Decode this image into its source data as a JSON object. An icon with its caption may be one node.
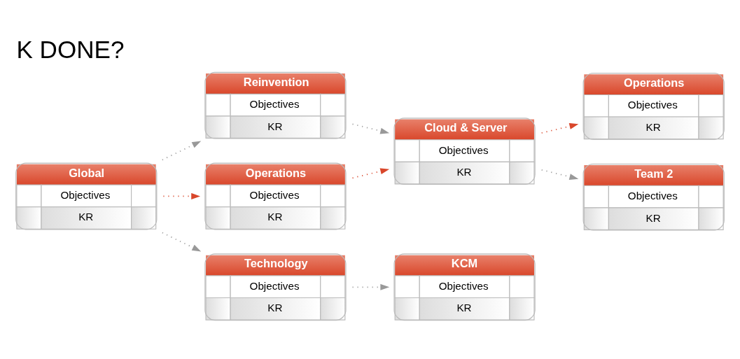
{
  "diagram": {
    "title": "K DONE?",
    "nodes": [
      {
        "text": [
          "Global",
          "Objectives",
          "KR"
        ]
      },
      {
        "text": [
          "Reinvention",
          "Objectives",
          "KR"
        ]
      },
      {
        "text": [
          "Technology",
          "Objectives",
          "KR"
        ]
      },
      {
        "text": [
          "Operations",
          "Objectives",
          "KR"
        ]
      },
      {
        "text": [
          "Cloud & Server",
          "Objectives",
          "KR"
        ]
      },
      {
        "text": [
          "KCM",
          "Objectives",
          "KR"
        ]
      },
      {
        "text": [
          "Operations",
          "Objectives",
          "KR"
        ]
      },
      {
        "text": [
          "Team 2",
          "Objectives",
          "KR"
        ]
      }
    ],
    "edges": [
      {
        "from": 0,
        "to": 1,
        "arrow": "to",
        "style": "dashed"
      },
      {
        "from": 0,
        "to": 2,
        "arrow": "to",
        "style": "dashed"
      },
      {
        "from": 0,
        "to": 3,
        "arrow": "to",
        "style": "dashed",
        "color": "#d9472b"
      },
      {
        "from": 1,
        "to": 4,
        "arrow": "to",
        "style": "dashed"
      },
      {
        "from": 2,
        "to": 5,
        "arrow": "to",
        "style": "dashed"
      },
      {
        "from": 3,
        "to": 4,
        "arrow": "to",
        "style": "dashed",
        "color": "#d9472b"
      },
      {
        "from": 4,
        "to": 6,
        "arrow": "to",
        "style": "dashed",
        "color": "#d9472b"
      },
      {
        "from": 4,
        "to": 7,
        "arrow": "to",
        "style": "dashed"
      }
    ]
  }
}
